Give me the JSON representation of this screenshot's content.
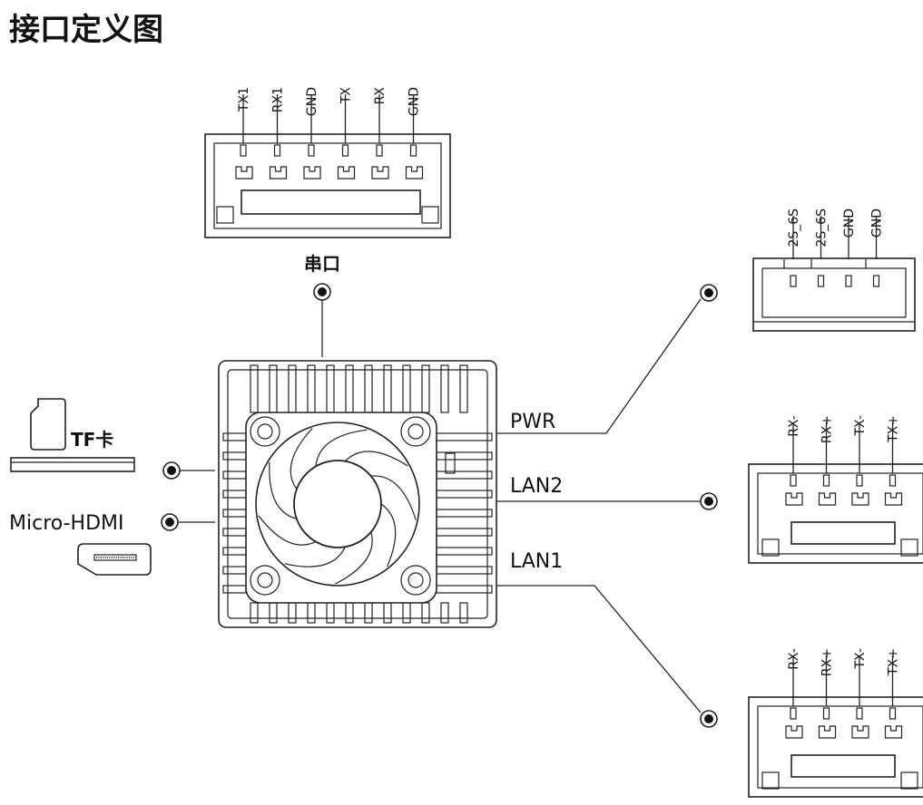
{
  "title": "接口定义图",
  "labels": {
    "serial": "串口",
    "tf": "TF卡",
    "hdmi": "Micro-HDMI",
    "pwr": "PWR",
    "lan2": "LAN2",
    "lan1": "LAN1"
  },
  "connectors": {
    "serial": {
      "pins": [
        "TX1",
        "RX1",
        "GND",
        "TX",
        "RX",
        "GND"
      ]
    },
    "pwr": {
      "pins": [
        "2S_6S",
        "2S_6S",
        "GND",
        "GND"
      ]
    },
    "lan2": {
      "pins": [
        "RX-",
        "RX+",
        "TX-",
        "TX+"
      ]
    },
    "lan1": {
      "pins": [
        "RX-",
        "RX+",
        "TX-",
        "TX+"
      ]
    }
  }
}
